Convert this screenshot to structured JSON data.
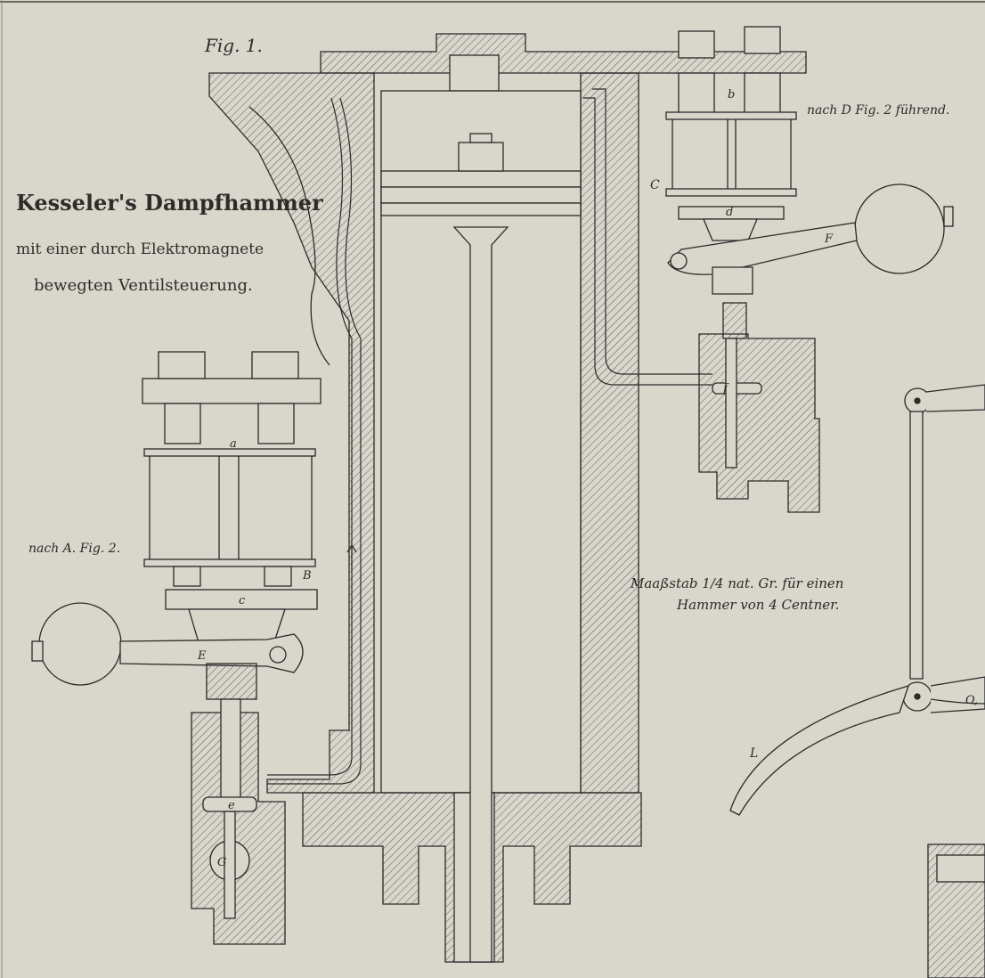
{
  "figure_label": "Fig. 1.",
  "title": {
    "line1": "Kesseler's Dampfhammer",
    "line2": "mit einer durch Elektromagnete",
    "line3": "bewegten Ventilsteuerung."
  },
  "scale_note": {
    "line1": "Maaßstab 1/4 nat. Gr. für einen",
    "line2": "Hammer von 4 Centner."
  },
  "notes": {
    "nach_d": "nach D Fig. 2 führend.",
    "nach_a": "nach A. Fig. 2."
  },
  "part_labels": {
    "a": "a",
    "b": "b",
    "B": "B",
    "C": "C",
    "c": "c",
    "d": "d",
    "E": "E",
    "F": "F",
    "f": "f",
    "e": "e",
    "G": "G",
    "L": "L",
    "O": "O,"
  },
  "colors": {
    "paper": "#d9d6cc",
    "ink": "#2a2a28",
    "hatch": "#5a5955"
  }
}
